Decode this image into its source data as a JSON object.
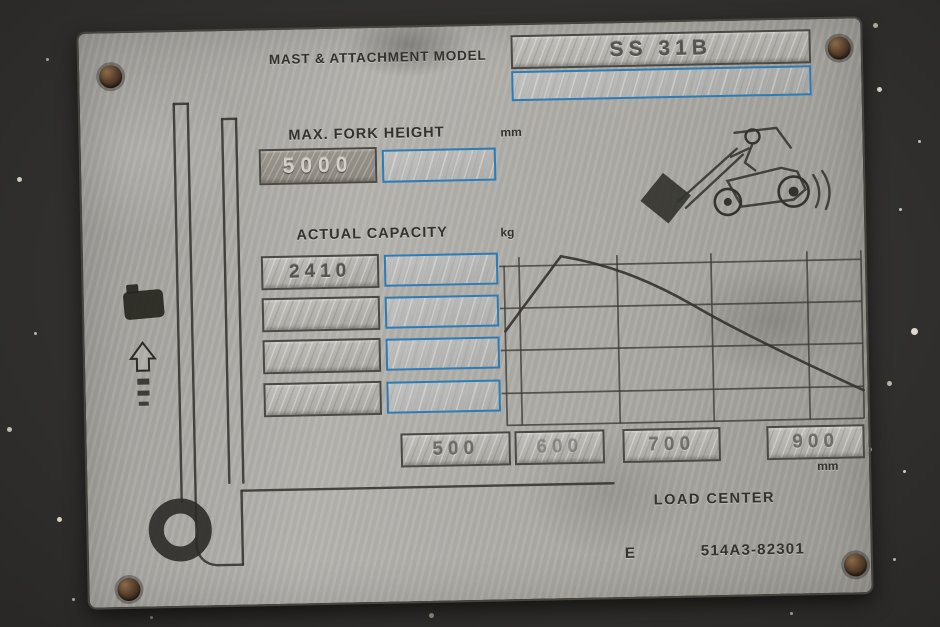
{
  "plate": {
    "header": {
      "label": "MAST & ATTACHMENT MODEL",
      "model": "SS 31B"
    },
    "max_fork_height": {
      "label": "MAX. FORK HEIGHT",
      "unit": "mm",
      "plate_value": "5000",
      "stamped_value": ""
    },
    "actual_capacity": {
      "label": "ACTUAL CAPACITY",
      "unit": "kg",
      "rows": [
        {
          "plate_value": "2410",
          "stamped_value": ""
        },
        {
          "plate_value": "",
          "stamped_value": ""
        },
        {
          "plate_value": "",
          "stamped_value": ""
        },
        {
          "plate_value": "",
          "stamped_value": ""
        }
      ]
    },
    "load_center": {
      "label": "LOAD CENTER",
      "unit": "mm",
      "values": [
        "500",
        "600",
        "700",
        "900"
      ]
    },
    "footer": {
      "revision": "E",
      "part_number": "514A3-82301"
    }
  }
}
